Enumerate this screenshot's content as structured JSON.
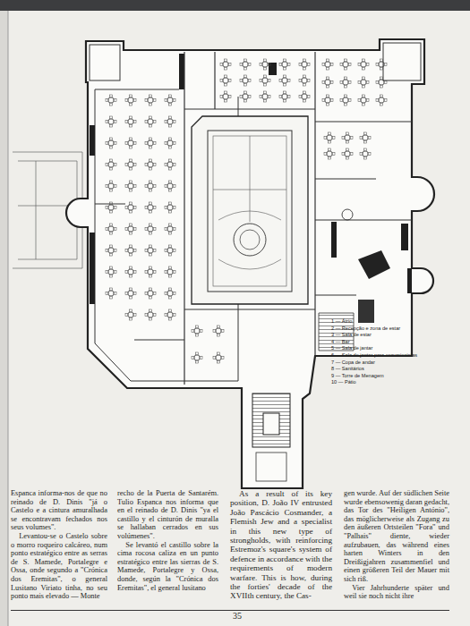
{
  "diagram": {
    "labels": [
      "1 — Átrio",
      "2 — Recepção e zona de estar",
      "3 — Sala de estar",
      "4 — Bar",
      "5 — Sala de jantar",
      "6 — Sala de jantar para excursionistas",
      "7 — Copa de andar",
      "8 — Sanitários",
      "9 — Torre de Menagem",
      "10 — Pátio",
      "Espanca informa-nos de que no reinado de D. Dinis \"já o Castelo e a cintura amuralhada se encontravam fechados nos seus volumes\".",
      "Levantou-se o Castelo sobre o morro roqueiro calcáreo, num ponto estratégico entre as serras de S. Mamede, Portalegre e Ossa, onde segundo a \"Crónica dos Eremitas\", o general Lusitano Viriato tinha, no seu ponto mais elevado — Monte",
      "recho de la Puerta de Santarém. Tulio Espanca nos informa que en el reinado de D. Dinis \"ya el castillo y el cinturón de muralla se hallaban cerrados en sus volúmenes\".",
      "Se levantó el castillo sobre la cima rocosa caliza en un punto estratégico entre las sierras de S. Mamede, Portalegre y Ossa, donde, según la \"Crónica dos Eremitas\", el general lusitano",
      "As a result of its key position, D. João IV entrusted João Pascácio Cosmander, a Flemish Jew and a specialist in this new type of strongholds, with reinforcing Estremoz's square's system of defence in accordance with the requirements of modern warfare. This is how, during the forties' decade of the XVIIth century, the Cas-",
      "gen wurde. Auf der südlichen Seite wurde ebensowenig daran gedacht, das Tor des \"Heiligen António\", das möglicherweise als Zugang zu den äußeren Ortsteilen \"Fora\" und \"Palhais\" diente, wieder aufzubauen, das während eines harten Winters in den Dreißigjahren zusammenfiel und einen größeren Teil der Mauer mit sich riß.",
      "Vier Jahrhunderte später und weil sie noch nicht ihre",
      "35"
    ]
  }
}
